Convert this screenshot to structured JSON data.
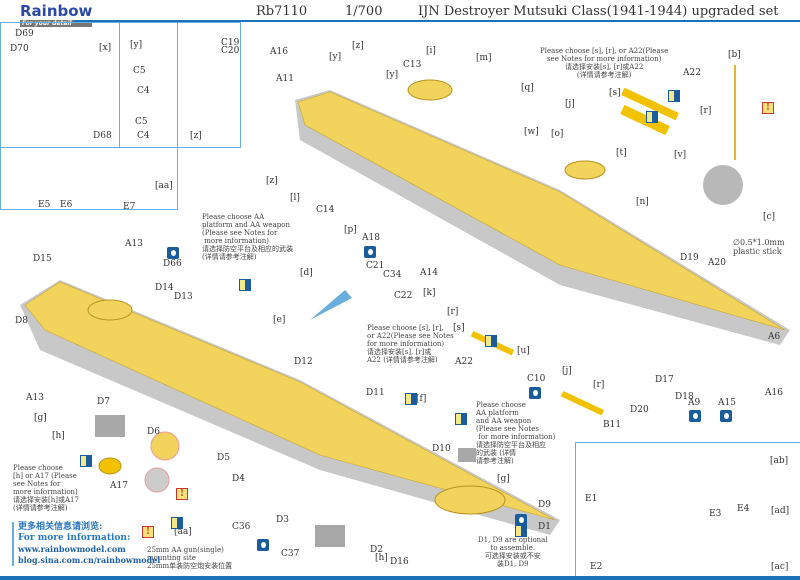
{
  "header": {
    "brand": "Rainbow",
    "tagline": "For your detail",
    "code": "Rb7110",
    "scale": "1/700",
    "title": "IJN Destroyer Mutsuki Class(1941-1944) upgraded set"
  },
  "labels": [
    "D69",
    "D70",
    "[x]",
    "D68",
    "[y]",
    "C5",
    "C4",
    "C5",
    "C4",
    "C19",
    "C20",
    "[z]",
    "E5",
    "E6",
    "E7",
    "[aa]",
    "A16",
    "A11",
    "[z]",
    "[y]",
    "[y]",
    "C13",
    "[i]",
    "[m]",
    "[q]",
    "[w]",
    "[j]",
    "[o]",
    "[s]",
    "[r]",
    "A22",
    "[b]",
    "[t]",
    "[v]",
    "[n]",
    "[c]",
    "[z]",
    "[l]",
    "C14",
    "[p]",
    "A18",
    "C21",
    "C34",
    "A14",
    "C22",
    "[k]",
    "D19",
    "A20",
    "A6",
    "A16",
    "A9",
    "A15",
    "D17",
    "D18",
    "D20",
    "B11",
    "[r]",
    "[j]",
    "[u]",
    "C10",
    "A22",
    "[s]",
    "[r]",
    "D15",
    "A13",
    "D66",
    "D14",
    "D13",
    "[d]",
    "[e]",
    "D8",
    "D12",
    "A13",
    "[g]",
    "D7",
    "[h]",
    "D6",
    "D11",
    "[f]",
    "D10",
    "[g]",
    "D5",
    "D4",
    "C36",
    "D3",
    "C37",
    "[h]",
    "D2",
    "D16",
    "D9",
    "D1",
    "A17",
    "[aa]",
    "[ab]",
    "E1",
    "E3",
    "E4",
    "[ad]",
    "E2",
    "[ac]"
  ],
  "notes": {
    "choose_s_r_a22_top": "Please choose [s], [r], or A22(Please\nsee Notes for more information)\n请选择安装[s], [r]或A22\n(详情请参考注解)",
    "choose_s_r_a22_mid": "Please choose [s], [r],\nor A22(Please see Notes\nfor more information)\n请选择安装[s], [r]或\nA22 (详情请参考注解)",
    "choose_aa_left": "Please choose AA\nplatform and AA weapon\n(Please see Notes for\n more information)\n请选择防空平台及相应的武装\n(详情请参考注解)",
    "choose_aa_right": "Please choose\nAA platform\nand AA weapon\n(Please see Notes\n for more information)\n请选择防空平台及相应\n的武装 (详情\n请参考注解)",
    "choose_h_a17": "Please choose\n[h] or A17 (Please\nsee Notes for\nmore information)\n请选择安装[h]或A17\n(详情请参考注解)",
    "plastic_stick": "∅0.5*1.0mm\nplastic stick",
    "d1_d9": "D1, D9 are optional\nto assemble.\n可选择安装或不安\n装D1, D9",
    "aa_mount": "25mm AA gun(single)\nmounting site\n25mm单装防空炮安装位置"
  },
  "contact": {
    "cn": "更多相关信息请浏览:",
    "en": "For more information:",
    "web": "www.rainbowmodel.com",
    "blog": "blog.sina.com.cn/rainbowmodel"
  },
  "colors": {
    "accent": "#1a73b8",
    "brass": "#f2d45c",
    "hull": "#c8c8c8"
  }
}
